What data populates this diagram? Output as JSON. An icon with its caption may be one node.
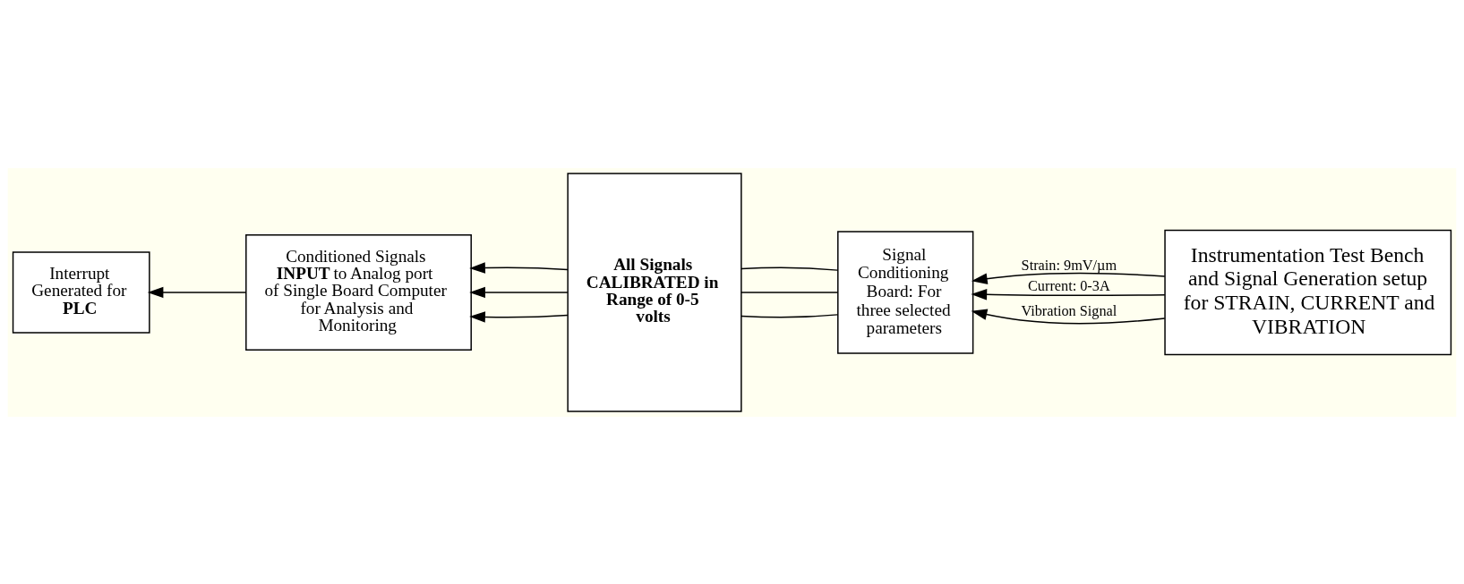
{
  "diagram": {
    "nodes": [
      {
        "text": [
          "Instrumentation Test Bench and Signal Generation setup for STRAIN, CURRENT and VIBRATION"
        ]
      },
      {
        "text": [
          "Signal Conditioning Board: For three selected parameters"
        ]
      },
      {
        "text": [
          "**All Signals CALIBRATED in Range of 0-5 volts**"
        ]
      },
      {
        "text": [
          "Conditioned Signals **INPUT** to Analog port of Single Board Computer for Analysis and Monitoring"
        ]
      },
      {
        "text": [
          "Interrupt Generated for **PLC**"
        ]
      }
    ],
    "edges": [
      {
        "from": 0,
        "to": 1,
        "arrow": "to",
        "label": "Strain: 9mV/µm"
      },
      {
        "from": 0,
        "to": 1,
        "arrow": "to",
        "label": "Current: 0-3A"
      },
      {
        "from": 0,
        "to": 1,
        "arrow": "to",
        "label": "Vibration Signal"
      },
      {
        "from": 1,
        "to": 2,
        "arrow": "none"
      },
      {
        "from": 1,
        "to": 2,
        "arrow": "none"
      },
      {
        "from": 1,
        "to": 2,
        "arrow": "none"
      },
      {
        "from": 2,
        "to": 3,
        "arrow": "to"
      },
      {
        "from": 2,
        "to": 3,
        "arrow": "to"
      },
      {
        "from": 2,
        "to": 3,
        "arrow": "to"
      },
      {
        "from": 3,
        "to": 4,
        "arrow": "to"
      }
    ]
  }
}
